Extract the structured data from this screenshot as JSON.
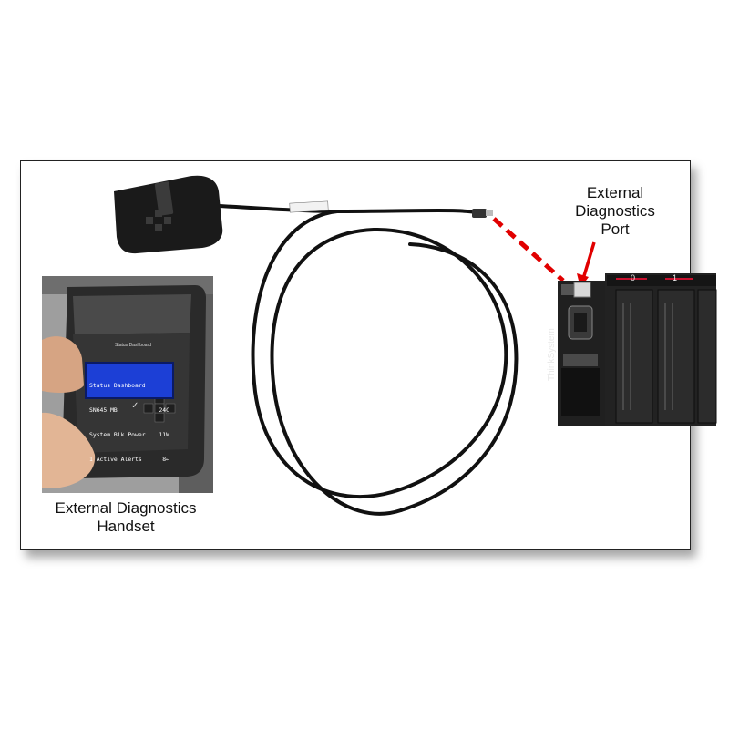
{
  "labels": {
    "port_line1": "External",
    "port_line2": "Diagnostics",
    "port_line3": "Port",
    "handset_line1": "External Diagnostics",
    "handset_line2": "Handset"
  },
  "lcd": {
    "line1": "Status Dashboard",
    "line2_left": "SN645 MB",
    "line2_right": "24C",
    "line3_left": "System Blk Power",
    "line3_right": "11W",
    "line4_left": "1 Active Alerts",
    "line4_right": "8←"
  },
  "device_text": {
    "dashboard_title": "Status Dashboard",
    "brand": "ThinkSystem",
    "bay_0": "0",
    "bay_1": "1"
  },
  "colors": {
    "pointer_red": "#e10000",
    "lcd_blue": "#1c3fd6",
    "cable_black": "#111111"
  }
}
